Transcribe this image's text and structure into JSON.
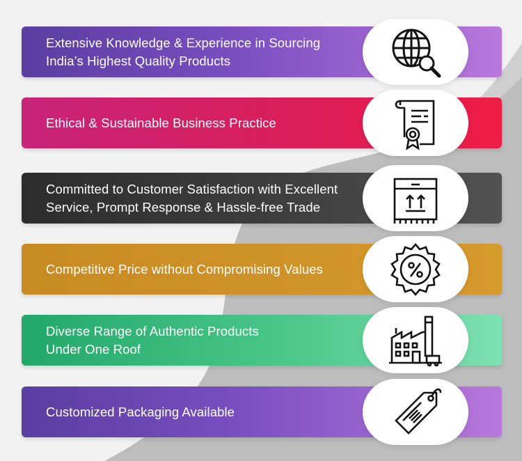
{
  "features": [
    {
      "lines": [
        "Extensive Knowledge & Experience in Sourcing",
        "India’s Highest Quality Products"
      ],
      "icon": "globe-search-icon"
    },
    {
      "lines": [
        "Ethical & Sustainable Business Practice"
      ],
      "icon": "certificate-icon"
    },
    {
      "lines": [
        "Committed to Customer Satisfaction with Excellent",
        "Service, Prompt Response & Hassle-free Trade"
      ],
      "icon": "package-box-icon"
    },
    {
      "lines": [
        "Competitive Price without Compromising Values"
      ],
      "icon": "discount-badge-icon"
    },
    {
      "lines": [
        "Diverse Range of Authentic Products",
        "Under One Roof"
      ],
      "icon": "factory-icon"
    },
    {
      "lines": [
        "Customized Packaging Available"
      ],
      "icon": "price-tag-icon"
    }
  ],
  "colors": {
    "background": "#f2f2f2",
    "swoosh": "#bdbdbd",
    "purple": "#7a4fc0",
    "pink": "#d81f5e",
    "charcoal": "#3d3d3d",
    "gold": "#cf9228",
    "green": "#46c485"
  }
}
